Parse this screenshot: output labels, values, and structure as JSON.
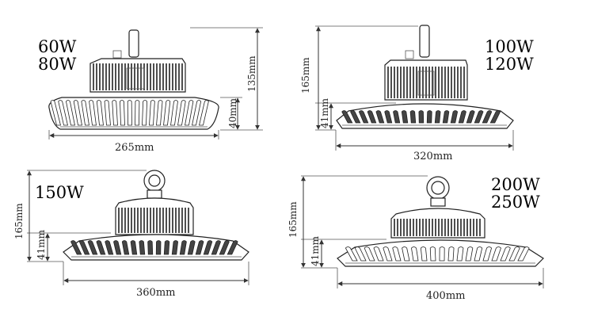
{
  "lamps": [
    {
      "wattages": [
        "60W",
        "80W"
      ],
      "width_label": "265mm",
      "height_label": "135mm",
      "base_label": "40mm",
      "hook": "tab"
    },
    {
      "wattages": [
        "100W",
        "120W"
      ],
      "width_label": "320mm",
      "height_label": "165mm",
      "base_label": "41mm",
      "hook": "tab"
    },
    {
      "wattages": [
        "150W"
      ],
      "width_label": "360mm",
      "height_label": "165mm",
      "base_label": "41mm",
      "hook": "ring"
    },
    {
      "wattages": [
        "200W",
        "250W"
      ],
      "width_label": "400mm",
      "height_label": "165mm",
      "base_label": "41mm",
      "hook": "ring"
    }
  ]
}
